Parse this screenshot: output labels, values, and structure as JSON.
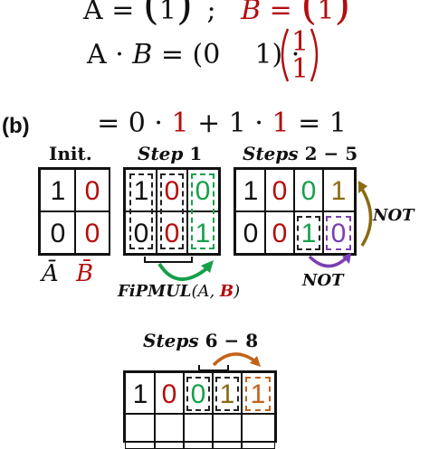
{
  "equations": {
    "top_A": "A =",
    "top_A_vec": "1",
    "top_sep": ";",
    "top_B": "B =",
    "top_B_vec": "1",
    "line2_left": "A · ",
    "line2_B": "B",
    "line2_mid": " = (0    1) · ",
    "line2_vec_top": "1",
    "line2_vec_bot": "1",
    "line3_pre": "= 0 · ",
    "line3_one_a": "1",
    "line3_mid": " + 1 · ",
    "line3_one_b": "1",
    "line3_post": " = 1"
  },
  "panel_label": "(b)",
  "init": {
    "title": "Init.",
    "cells": [
      "1",
      "0",
      "0",
      "0"
    ],
    "label_a": "Ā",
    "label_b": "B̄"
  },
  "step1": {
    "title_word": "Step",
    "title_num": "1",
    "cells": [
      "1",
      "0",
      "0",
      "0",
      "0",
      "1"
    ],
    "op_label_name": "FiPMUL",
    "op_label_args_pre": "(A, ",
    "op_label_args_b": "B",
    "op_label_args_post": ")"
  },
  "steps25": {
    "title_word": "Steps",
    "title_num": "2 − 5",
    "cells": [
      "1",
      "0",
      "0",
      "1",
      "0",
      "0",
      "1",
      "0"
    ],
    "not_right": "NOT",
    "not_bottom": "NOT"
  },
  "steps68": {
    "title_word": "Steps",
    "title_num": "6 − 8",
    "cells": [
      "1",
      "0",
      "0",
      "1",
      "1"
    ]
  },
  "colors": {
    "red": "#b40d0d",
    "green": "#15a04a",
    "olive": "#8a6a12",
    "purple": "#7a3fb0",
    "orange": "#c4621a",
    "black": "#111111"
  }
}
